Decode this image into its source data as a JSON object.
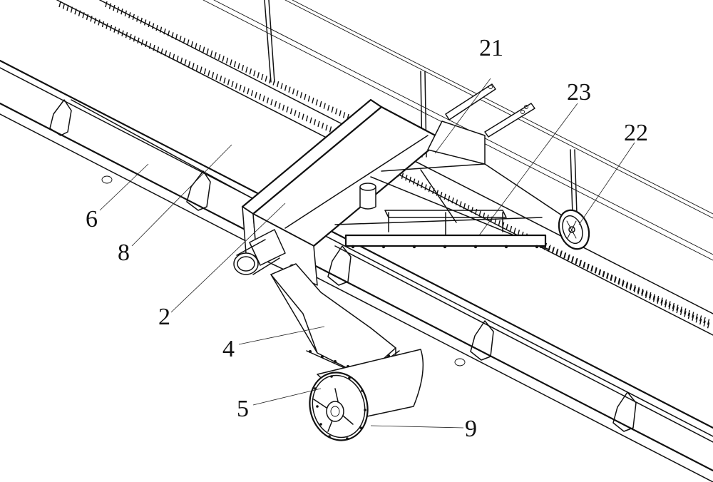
{
  "figure": {
    "type": "patent mechanical drawing",
    "description": "Isometric line drawing of a trough conveyor with a traveling distributor / discharge carriage running on rails, with hopper, rotary feeder and drive motor",
    "reference_numerals": [
      {
        "id": "2",
        "label": "2",
        "part": "drive motor"
      },
      {
        "id": "4",
        "label": "4",
        "part": "hopper"
      },
      {
        "id": "5",
        "label": "5",
        "part": "rotary feeder end plate"
      },
      {
        "id": "6",
        "label": "6",
        "part": "conveyor trough"
      },
      {
        "id": "8",
        "label": "8",
        "part": "conveyor belt"
      },
      {
        "id": "9",
        "label": "9",
        "part": "feeder housing"
      },
      {
        "id": "21",
        "label": "21",
        "part": "mounting bracket"
      },
      {
        "id": "22",
        "label": "22",
        "part": "travel wheel"
      },
      {
        "id": "23",
        "label": "23",
        "part": "scraper frame"
      }
    ]
  }
}
